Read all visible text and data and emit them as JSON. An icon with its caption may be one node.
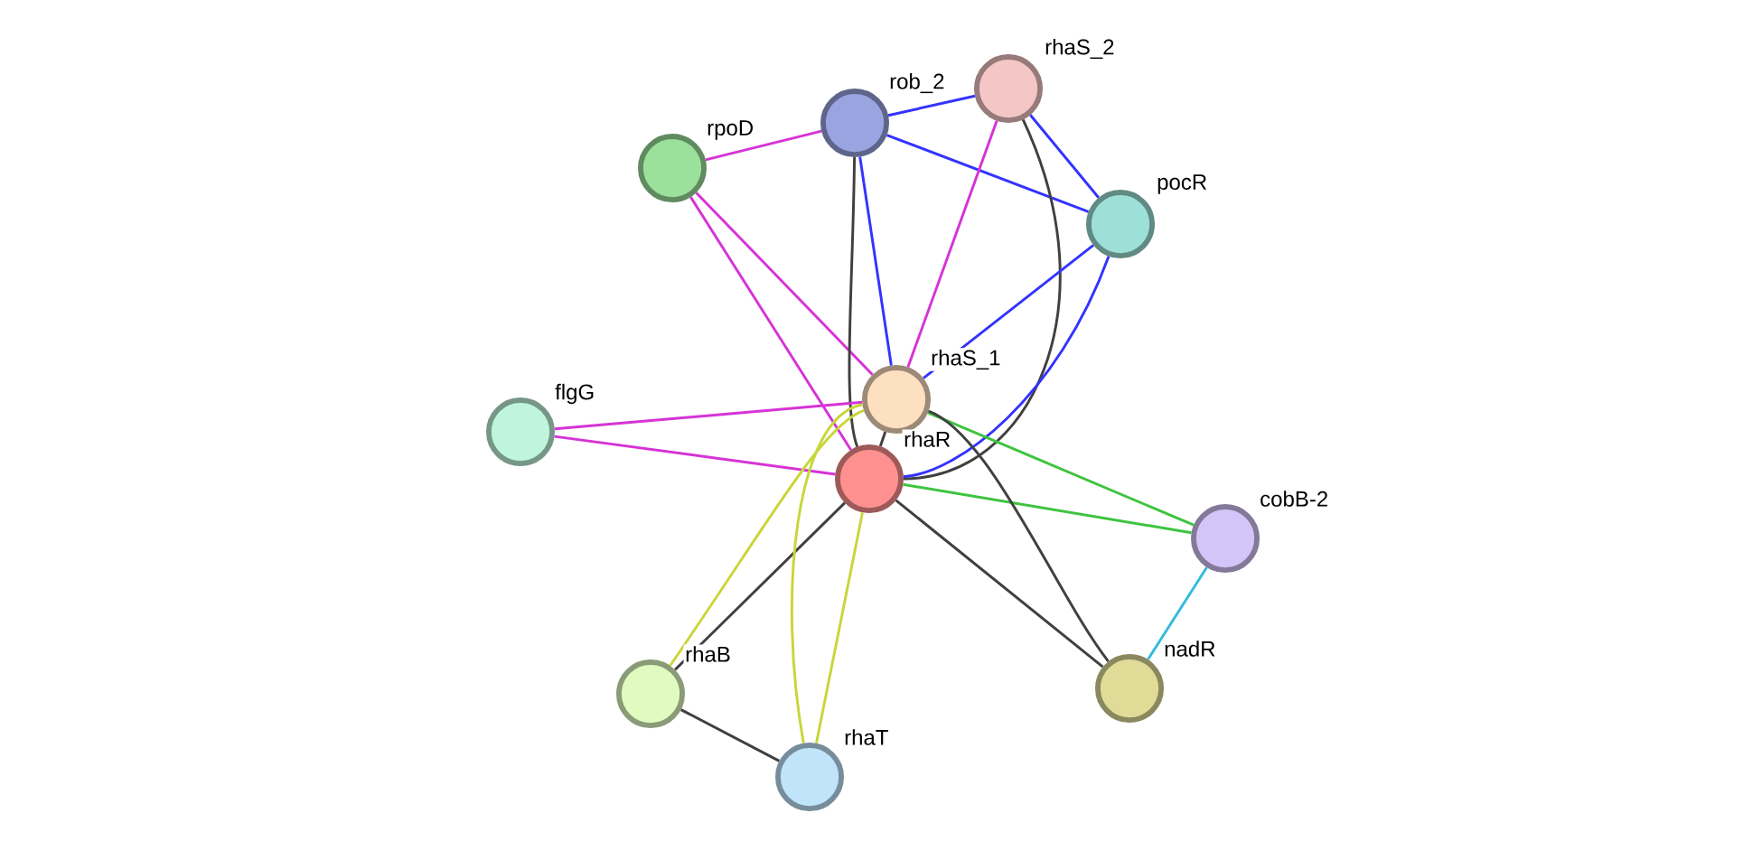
{
  "diagram": {
    "nodes": [
      {
        "text": [
          "rpoD"
        ]
      },
      {
        "text": [
          "rob_2"
        ]
      },
      {
        "text": [
          "rhaS_2"
        ]
      },
      {
        "text": [
          "pocR"
        ]
      },
      {
        "text": [
          "flgG"
        ]
      },
      {
        "text": [
          "rhaS_1"
        ]
      },
      {
        "text": [
          "rhaR"
        ]
      },
      {
        "text": [
          "cobB-2"
        ]
      },
      {
        "text": [
          "rhaB"
        ]
      },
      {
        "text": [
          "rhaT"
        ]
      },
      {
        "text": [
          "nadR"
        ]
      }
    ],
    "edges": [
      {
        "from": 0,
        "to": 1,
        "arrow": "none",
        "color": "#d633d6"
      },
      {
        "from": 1,
        "to": 2,
        "arrow": "none",
        "color": "#3333ff"
      },
      {
        "from": 1,
        "to": 3,
        "arrow": "none",
        "color": "#3333ff"
      },
      {
        "from": 2,
        "to": 3,
        "arrow": "none",
        "color": "#3333ff"
      },
      {
        "from": 0,
        "to": 5,
        "arrow": "none",
        "color": "#d633d6"
      },
      {
        "from": 0,
        "to": 6,
        "arrow": "none",
        "color": "#d633d6"
      },
      {
        "from": 1,
        "to": 5,
        "arrow": "none",
        "color": "#3333ff"
      },
      {
        "from": 1,
        "to": 6,
        "arrow": "none",
        "color": "#404040"
      },
      {
        "from": 2,
        "to": 5,
        "arrow": "none",
        "color": "#d633d6"
      },
      {
        "from": 2,
        "to": 6,
        "arrow": "none",
        "color": "#404040"
      },
      {
        "from": 3,
        "to": 5,
        "arrow": "none",
        "color": "#3333ff"
      },
      {
        "from": 3,
        "to": 6,
        "arrow": "none",
        "color": "#3333ff"
      },
      {
        "from": 4,
        "to": 5,
        "arrow": "none",
        "color": "#d633d6"
      },
      {
        "from": 4,
        "to": 6,
        "arrow": "none",
        "color": "#d633d6"
      },
      {
        "from": 5,
        "to": 6,
        "arrow": "none",
        "color": "#404040"
      },
      {
        "from": 5,
        "to": 7,
        "arrow": "none",
        "color": "#3ec43e"
      },
      {
        "from": 6,
        "to": 7,
        "arrow": "none",
        "color": "#3ec43e"
      },
      {
        "from": 5,
        "to": 10,
        "arrow": "none",
        "color": "#404040"
      },
      {
        "from": 6,
        "to": 10,
        "arrow": "none",
        "color": "#404040"
      },
      {
        "from": 7,
        "to": 10,
        "arrow": "none",
        "color": "#33bbdd"
      },
      {
        "from": 5,
        "to": 8,
        "arrow": "none",
        "color": "#c8d63a"
      },
      {
        "from": 6,
        "to": 8,
        "arrow": "none",
        "color": "#404040"
      },
      {
        "from": 5,
        "to": 9,
        "arrow": "none",
        "color": "#c8d63a"
      },
      {
        "from": 6,
        "to": 9,
        "arrow": "none",
        "color": "#c8d63a"
      },
      {
        "from": 8,
        "to": 9,
        "arrow": "none",
        "color": "#404040"
      }
    ]
  }
}
